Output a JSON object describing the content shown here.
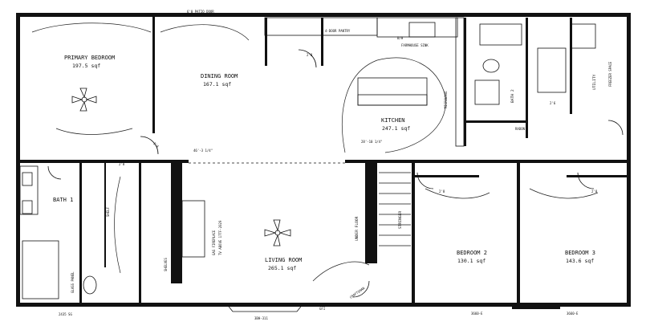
{
  "rooms": {
    "primary_bedroom": {
      "name": "PRIMARY BEDROOM",
      "area": "197.5 sqf"
    },
    "dining_room": {
      "name": "DINING ROOM",
      "area": "167.1 sqf"
    },
    "kitchen": {
      "name": "KITCHEN",
      "area": "247.1 sqf"
    },
    "living_room": {
      "name": "LIVING ROOM",
      "area": "265.1 sqf"
    },
    "bath_1": {
      "name": "BATH 1"
    },
    "bath_2": {
      "name": "BATH 2"
    },
    "bedroom_2": {
      "name": "BEDROOM 2",
      "area": "130.1 sqf"
    },
    "bedroom_3": {
      "name": "BEDROOM 3",
      "area": "143.6 sqf"
    },
    "utility": {
      "name": "UTILITY"
    }
  },
  "labels": {
    "patio_door": "6'0 PATIO DOOR",
    "door_pantry": "4-DOOR PANTRY",
    "farmhouse_sink": "FARMHOUSE SINK",
    "microwave": "MICROWAVE",
    "radon": "RADON",
    "freezer": "FREEZER SPACE",
    "under_floor": "UNDER FLOOR",
    "stringer": "STRINGER",
    "craftsman": "CRAFTSMAN",
    "shelf_1": "SHELF",
    "shelf_2": "SHELVES",
    "glass_panel": "GLASS PANEL",
    "gas_fireplace": "GAS FIREPLACE",
    "tv_above": "TV ABOVE 17TF-2029",
    "dim_46": "46'-3 1/4\"",
    "dim_28": "28'-10 1/4\"",
    "window_bottom_1": "2435 SG",
    "window_bottom_2": "3BH-311",
    "window_bottom_3": "3660-E",
    "window_bottom_4": "3660-E",
    "gfi": "GFI",
    "bh": "B/H",
    "door_28": "2'8",
    "door_26": "2'6",
    "door_24": "2'4"
  }
}
